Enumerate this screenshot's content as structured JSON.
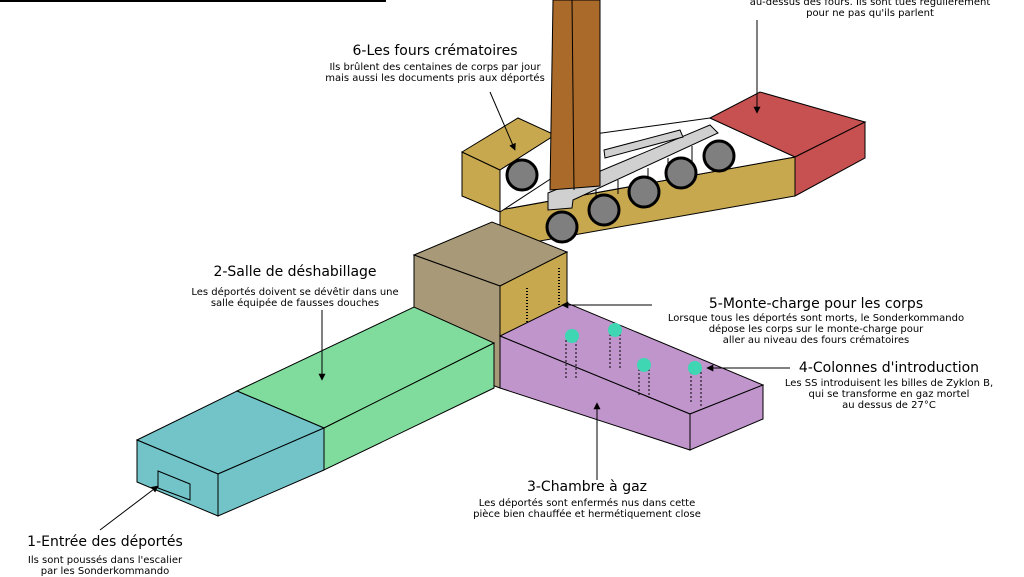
{
  "labels": {
    "entree": {
      "title": "1-Entrée des déportés",
      "lines": [
        "Ils sont poussés dans l'escalier",
        "par les Sonderkommando"
      ]
    },
    "salle": {
      "title": "2-Salle de déshabillage",
      "lines": [
        "Les déportés doivent se dévêtir dans une",
        "salle équipée de fausses douches"
      ]
    },
    "chambre": {
      "title": "3-Chambre à gaz",
      "lines": [
        "Les déportés sont enfermés nus dans cette",
        "pièce bien chauffée et hermétiquement close"
      ]
    },
    "colonnes": {
      "title": "4-Colonnes d'introduction",
      "lines": [
        "Les SS introduisent les billes de Zyklon B,",
        "qui se transforme en gaz mortel",
        "au dessus de 27°C"
      ]
    },
    "monte": {
      "title": "5-Monte-charge pour les corps",
      "lines": [
        "Lorsque tous les déportés sont morts, le Sonderkommando",
        "dépose les corps sur le monte-charge pour",
        "aller au niveau des fours crématoires"
      ]
    },
    "fours": {
      "title": "6-Les fours crématoires",
      "lines": [
        "Ils brûlent des centaines de corps par jour",
        "mais aussi les documents pris aux déportés"
      ]
    },
    "sonder": {
      "lines": [
        "au-dessus des fours. Ils sont tués régulièrement",
        "pour ne pas qu'ils parlent"
      ]
    }
  },
  "colors": {
    "entree": "#72c4c9",
    "salle_top": "#80dc9c",
    "chambre": "#bf95cb",
    "connector": "#a89a78",
    "fours_body": "#c8a84f",
    "quartiers": "#c75050",
    "chimney": "#aa6a2a",
    "oven": "#7f7f7f",
    "gas_column": "#3fd6b4"
  }
}
